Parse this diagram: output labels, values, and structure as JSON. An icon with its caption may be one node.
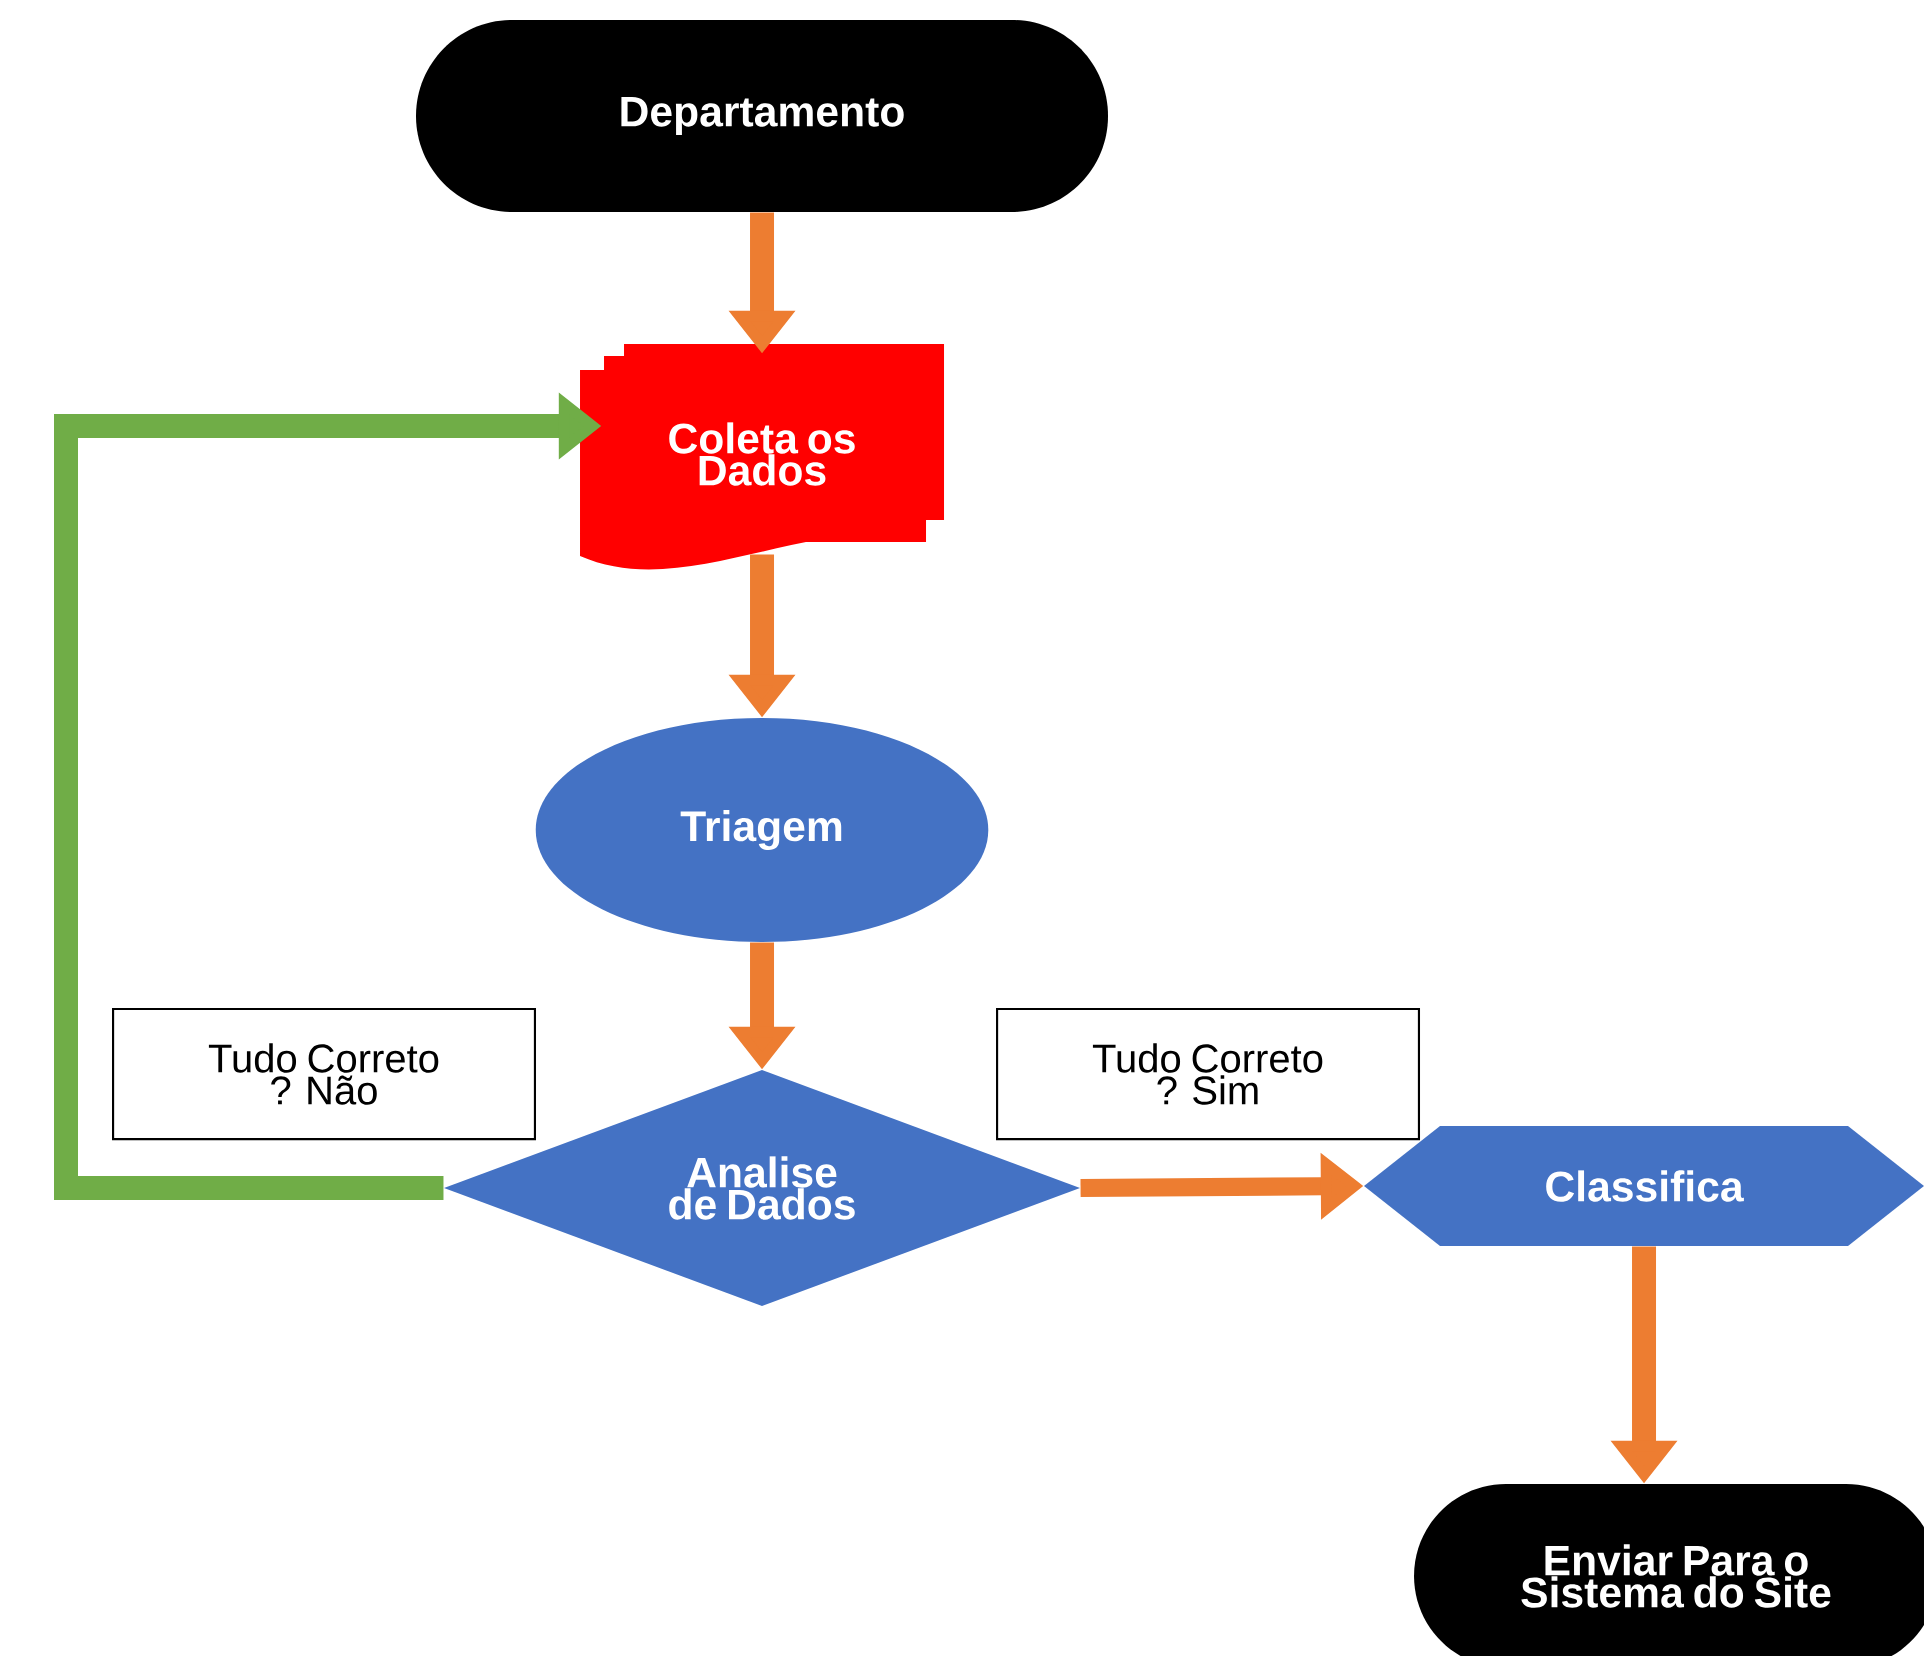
{
  "diagram": {
    "nodes": [
      {
        "text": [
          "Departamento"
        ]
      },
      {
        "text": [
          "Coleta os Dados"
        ]
      },
      {
        "text": [
          "Triagem"
        ]
      },
      {
        "text": [
          "Analise de Dados"
        ]
      },
      {
        "text": [
          "Classifica"
        ]
      },
      {
        "text": [
          "Enviar Para o Sistema do Site"
        ]
      }
    ],
    "edges": [
      {
        "from": 0,
        "to": 1,
        "arrow": "to"
      },
      {
        "from": 1,
        "to": 2,
        "arrow": "to"
      },
      {
        "from": 2,
        "to": 3,
        "arrow": "to"
      },
      {
        "from": 3,
        "to": 4,
        "arrow": "to",
        "label": "Tudo Correto ? Sim"
      },
      {
        "from": 3,
        "to": 1,
        "arrow": "to",
        "label": "Tudo Correto ? Não",
        "color": "#70ad47"
      },
      {
        "from": 4,
        "to": 5,
        "arrow": "to"
      }
    ]
  }
}
